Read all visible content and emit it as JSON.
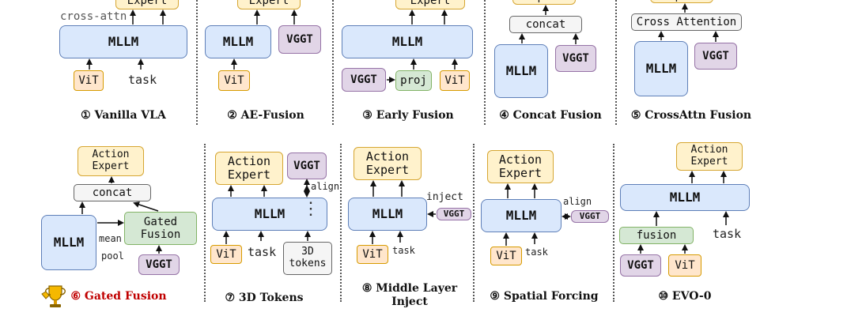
{
  "labels": {
    "mllm": "MLLM",
    "vggt": "VGGT",
    "vit": "ViT",
    "task": "task",
    "concat": "concat",
    "proj": "proj",
    "cross_attention": "Cross Attention",
    "cross_attn": "cross-attn",
    "action_expert_line1": "Action",
    "action_expert_line2": "Expert",
    "expert": "Expert",
    "gated_fusion_line1": "Gated",
    "gated_fusion_line2": "Fusion",
    "mean": "mean",
    "pool": "pool",
    "align": "align",
    "inject": "inject",
    "fusion": "fusion",
    "tokens_3d_line1": "3D",
    "tokens_3d_line2": "tokens",
    "dots": "⋮"
  },
  "captions": {
    "c1": "① Vanilla VLA",
    "c2": "② AE-Fusion",
    "c3": "③ Early Fusion",
    "c4": "④ Concat Fusion",
    "c5": "⑤ CrossAttn Fusion",
    "c6": "⑥ Gated Fusion",
    "c7": "⑦ 3D Tokens",
    "c8_line1": "⑧ Middle Layer",
    "c8_line2": "Inject",
    "c9": "⑨ Spatial Forcing",
    "c10": "⑩ EVO-0"
  },
  "colors": {
    "mllm": "#dae8fc",
    "expert": "#fff2cc",
    "vit": "#ffe6cc",
    "vggt": "#e1d5e7",
    "fusion": "#d5e8d4",
    "neutral": "#f5f5f5",
    "highlight_caption": "#c00000"
  },
  "icons": {
    "trophy": "trophy-icon"
  }
}
